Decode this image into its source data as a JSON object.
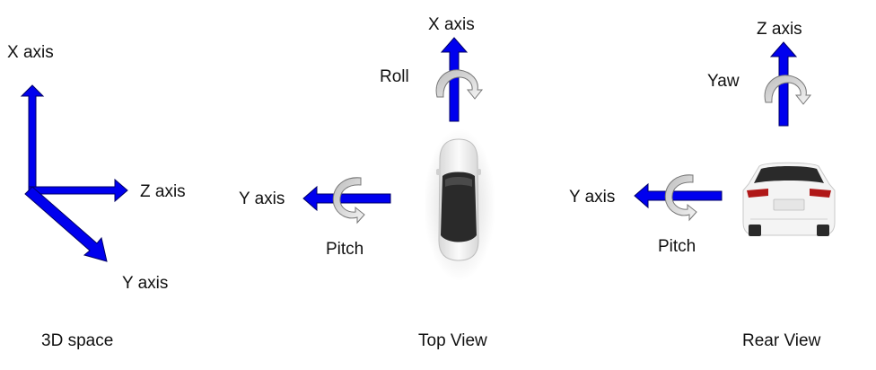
{
  "panels": {
    "space": {
      "caption": "3D space",
      "x_axis": "X axis",
      "z_axis": "Z axis",
      "y_axis": "Y axis"
    },
    "top": {
      "caption": "Top View",
      "x_axis": "X axis",
      "y_axis": "Y axis",
      "roll": "Roll",
      "pitch": "Pitch"
    },
    "rear": {
      "caption": "Rear View",
      "z_axis": "Z axis",
      "y_axis": "Y axis",
      "yaw": "Yaw",
      "pitch": "Pitch"
    }
  },
  "colors": {
    "axis_arrow": "#0000ee",
    "axis_outline": "#000066",
    "rotation_arrow": "#d9d9d9",
    "rotation_outline": "#777777",
    "car_body": "#f2f2f2",
    "car_glass": "#2a2a2a",
    "tail_light": "#b01818"
  },
  "icons": {
    "car_top": "car-top-view-icon",
    "car_rear": "car-rear-view-icon",
    "rotation": "curved-rotation-arrow-icon"
  }
}
